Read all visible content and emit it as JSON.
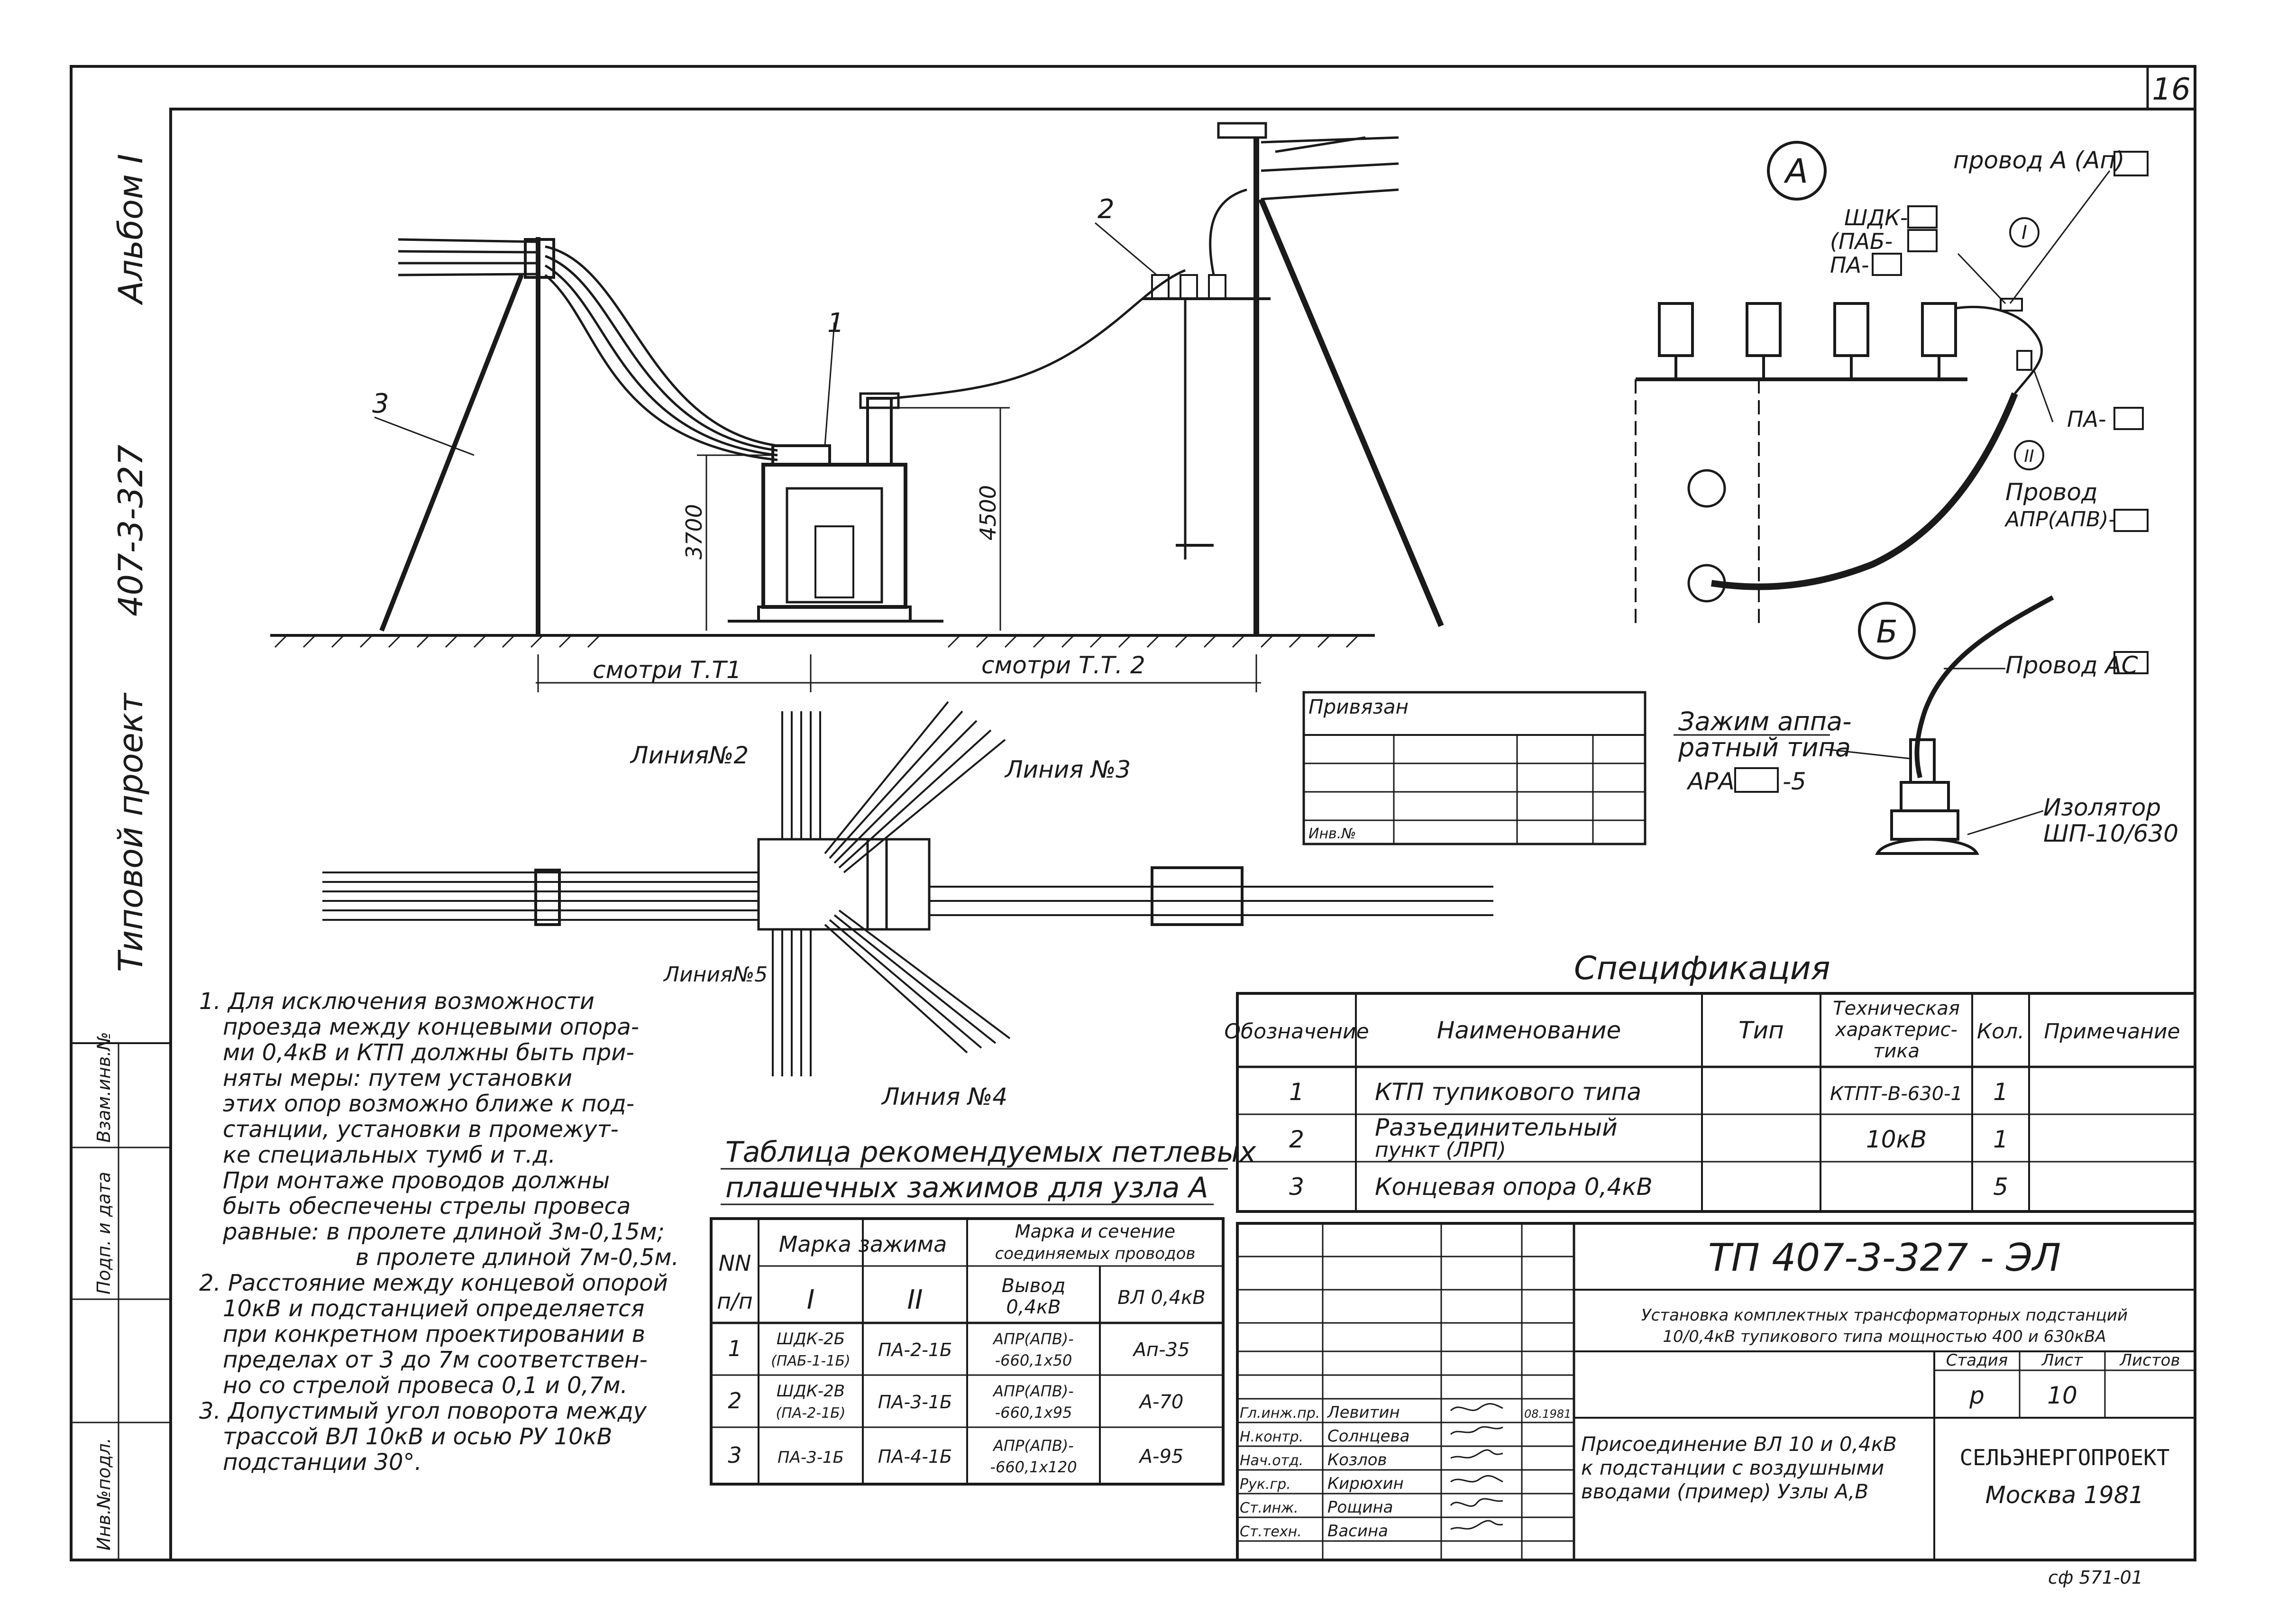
{
  "sheet_number": "16",
  "side_stamp": {
    "album": "Альбом I",
    "code": "407-3-327",
    "project": "Типовой проект"
  },
  "left_strip": [
    "Взам.инв.№",
    "Подп. и дата",
    "Инв.№подл."
  ],
  "elevation": {
    "callout_1": "1",
    "callout_2": "2",
    "callout_3": "3",
    "height_left": "3700",
    "height_right": "4500",
    "see_1": "смотри Т.Т1",
    "see_2": "смотри Т.Т. 2"
  },
  "plan": {
    "line_2": "Линия№2",
    "line_3": "Линия №3",
    "line_4": "Линия №4",
    "line_5": "Линия№5"
  },
  "node_a": {
    "label": "А",
    "marker_1": "I",
    "marker_2": "II",
    "wire_a": "провод А (Ап)",
    "shdk": "ШДК-",
    "pab": "(ПАБ-",
    "pa1": "ПА-",
    "pa2": "ПА-",
    "wire_apr_1": "Провод",
    "wire_apr_2": "АПР(АПВ)-"
  },
  "node_b": {
    "label": "Б",
    "wire_ac": "Провод АС",
    "clamp_1": "Зажим аппа-",
    "clamp_2": "ратный типа",
    "clamp_3": "АРА",
    "clamp_4": "-5",
    "insulator_1": "Изолятор",
    "insulator_2": "ШП-10/630"
  },
  "binding_table": {
    "title": "Привязан",
    "inv": "Инв.№"
  },
  "notes": [
    "1. Для исключения возможности",
    "проезда между концевыми опора-",
    "ми 0,4кВ и КТП должны быть при-",
    "няты меры: путем установки",
    "этих опор возможно ближе к под-",
    "станции, установки в промежут-",
    "ке специальных тумб и т.д.",
    "При монтаже проводов должны",
    "быть обеспечены стрелы провеса",
    "равные: в пролете длиной 3м-0,15м;",
    "в пролете длиной 7м-0,5м.",
    "2. Расстояние между концевой опорой",
    "10кВ и подстанцией определяется",
    "при конкретном проектировании в",
    "пределах от 3 до 7м соответствен-",
    "но со стрелой провеса 0,1 и 0,7м.",
    "3. Допустимый угол поворота между",
    "трассой ВЛ 10кВ и осью РУ 10кВ",
    "подстанции 30°."
  ],
  "clamp_table": {
    "title_1": "Таблица рекомендуемых петлевых",
    "title_2": "плашечных зажимов для узла А",
    "h_nn_1": "NN",
    "h_nn_2": "п/п",
    "h_mark": "Марка зажима",
    "h_mark_i": "I",
    "h_mark_ii": "II",
    "h_wire_1": "Марка и сечение",
    "h_wire_2": "соединяемых проводов",
    "h_out_1": "Вывод",
    "h_out_2": "0,4кВ",
    "h_vl": "ВЛ 0,4кВ",
    "rows": [
      {
        "n": "1",
        "i_1": "ШДК-2Б",
        "i_2": "(ПАБ-1-1Б)",
        "ii": "ПА-2-1Б",
        "out_1": "АПР(АПВ)-",
        "out_2": "-660,1х50",
        "vl": "Ап-35"
      },
      {
        "n": "2",
        "i_1": "ШДК-2В",
        "i_2": "(ПА-2-1Б)",
        "ii": "ПА-3-1Б",
        "out_1": "АПР(АПВ)-",
        "out_2": "-660,1х95",
        "vl": "А-70"
      },
      {
        "n": "3",
        "i_1": "ПА-3-1Б",
        "i_2": "",
        "ii": "ПА-4-1Б",
        "out_1": "АПР(АПВ)-",
        "out_2": "-660,1х120",
        "vl": "А-95"
      }
    ]
  },
  "spec": {
    "title": "Спецификация",
    "h_designation": "Обозначение",
    "h_name": "Наименование",
    "h_type": "Тип",
    "h_tech_1": "Техническая",
    "h_tech_2": "характерис-",
    "h_tech_3": "тика",
    "h_qty": "Кол.",
    "h_note": "Примечание",
    "rows": [
      {
        "pos": "1",
        "name_1": "КТП тупикового типа",
        "name_2": "",
        "type": "",
        "tech": "КТПТ-В-630-1",
        "qty": "1",
        "note": ""
      },
      {
        "pos": "2",
        "name_1": "Разъединительный",
        "name_2": "пункт (ЛРП)",
        "type": "",
        "tech": "10кВ",
        "qty": "1",
        "note": ""
      },
      {
        "pos": "3",
        "name_1": "Концевая опора 0,4кВ",
        "name_2": "",
        "type": "",
        "tech": "",
        "qty": "5",
        "note": ""
      }
    ]
  },
  "title_block": {
    "code": "ТП 407-3-327 - ЭЛ",
    "desc_1": "Установка комплектных трансформаторных подстанций",
    "desc_2": "10/0,4кВ тупикового типа мощностью 400 и 630кВА",
    "stage_h": "Стадия",
    "sheet_h": "Лист",
    "sheets_h": "Листов",
    "stage": "р",
    "sheet": "10",
    "sheets": "",
    "sig_roles": [
      "Гл.инж.пр.",
      "Н.контр.",
      "Нач.отд.",
      "Рук.гр.",
      "Ст.инж.",
      "Ст.техн."
    ],
    "sig_names": [
      "Левитин",
      "Солнцева",
      "Козлов",
      "Кирюхин",
      "Рощина",
      "Васина"
    ],
    "sig_date": "08.1981",
    "drawing_1": "Присоединение ВЛ 10 и 0,4кВ",
    "drawing_2": "к подстанции с воздушными",
    "drawing_3": "вводами (пример) Узлы А,В",
    "org": "СЕЛЬЭНЕРГОПРОЕКТ",
    "city": "Москва 1981",
    "footer": "сф 571-01"
  }
}
